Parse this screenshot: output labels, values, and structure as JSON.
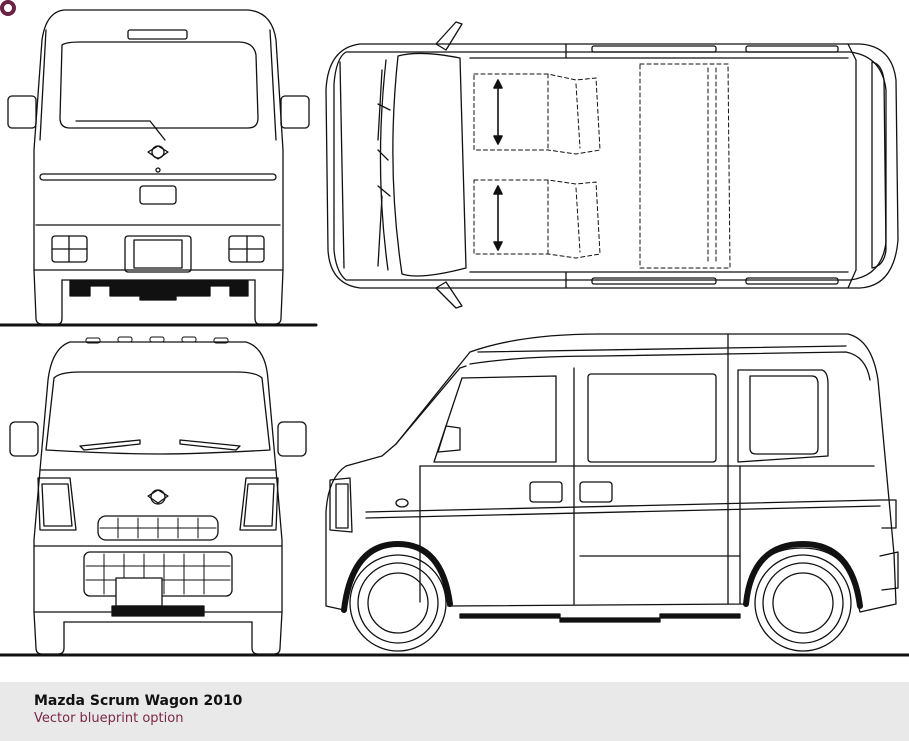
{
  "footer": {
    "title": "Mazda Scrum Wagon 2010",
    "subtitle": "Vector blueprint option",
    "bullet_icon": "ring-bullet-icon",
    "colors": {
      "bullet": "#6b2142",
      "subtitle": "#7b2848",
      "background": "#e9e9e9"
    }
  },
  "views": [
    "rear-view",
    "top-view",
    "front-view",
    "side-view"
  ]
}
